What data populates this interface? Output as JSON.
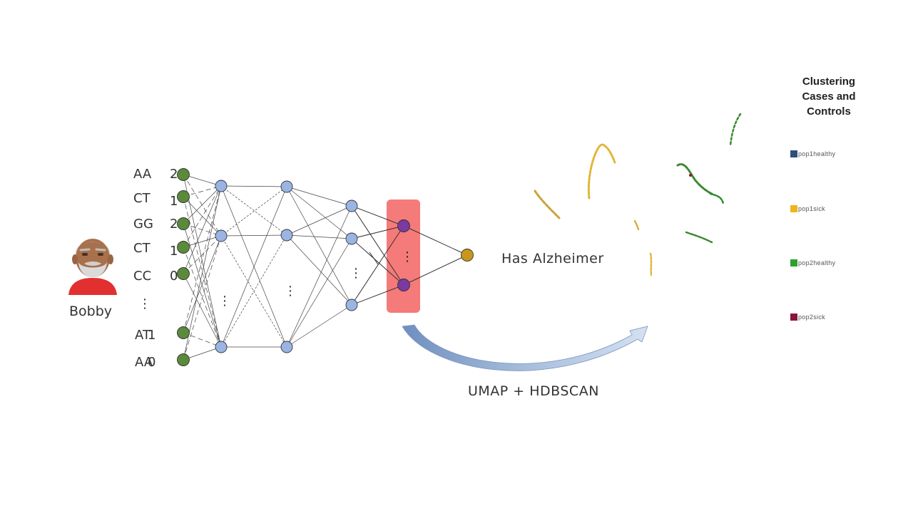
{
  "person": {
    "name": "Bobby",
    "icon": "old-man-avatar-icon"
  },
  "genotypes": [
    {
      "allele": "AA",
      "count": "2"
    },
    {
      "allele": "CT",
      "count": "1"
    },
    {
      "allele": "GG",
      "count": "2"
    },
    {
      "allele": "CT",
      "count": "1"
    },
    {
      "allele": "CC",
      "count": "0"
    },
    {
      "allele": "AT",
      "count": "1"
    },
    {
      "allele": "AA",
      "count": "0"
    }
  ],
  "ellipsis": "⋮",
  "output_label": "Has Alzheimer",
  "method_label": "UMAP + HDBSCAN",
  "legend": {
    "title": "Clustering Cases and Controls",
    "items": [
      {
        "label": "pop1healthy",
        "color": "#2e4f7e"
      },
      {
        "label": "pop1sick",
        "color": "#f0b41c"
      },
      {
        "label": "pop2healthy",
        "color": "#2ea02e"
      },
      {
        "label": "pop2sick",
        "color": "#8a1538"
      }
    ]
  },
  "colors": {
    "input_node": "#5a8a3a",
    "hidden_node": "#9ab4e4",
    "embedding_node": "#7a3aa0",
    "output_node": "#c9961c",
    "embedding_box": "#f57a7a",
    "arrow": "#8aa6cc"
  }
}
